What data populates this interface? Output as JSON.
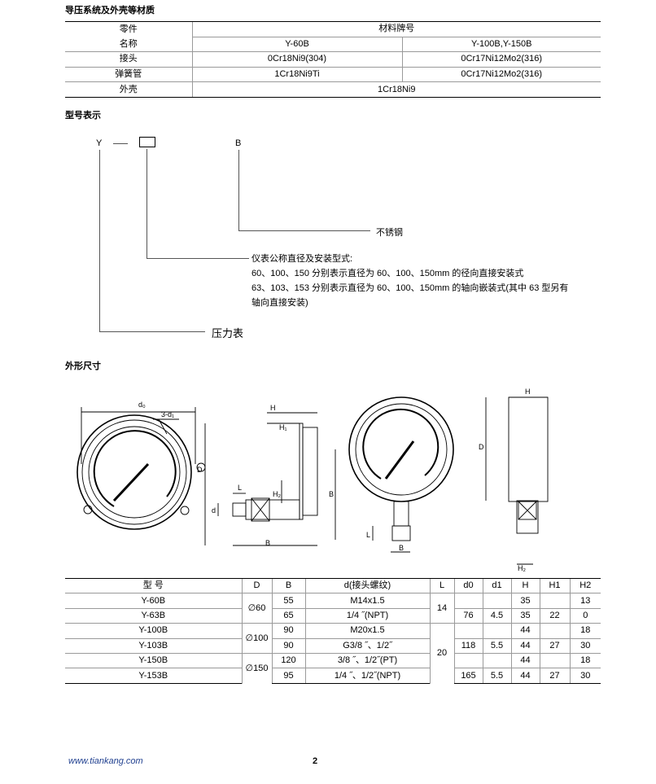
{
  "sections": {
    "materials_title": "导压系统及外壳等材质",
    "model_title": "型号表示",
    "dimension_title": "外形尺寸"
  },
  "materials_table": {
    "row1": [
      "零件",
      "材料牌号"
    ],
    "row2": [
      "名称",
      "Y-60B",
      "Y-100B,Y-150B"
    ],
    "row3": [
      "接头",
      "0Cr18Ni9(304)",
      "0Cr17Ni12Mo2(316)"
    ],
    "row4": [
      "弹簧管",
      "1Cr18Ni9Ti",
      "0Cr17Ni12Mo2(316)"
    ],
    "row5": [
      "外壳",
      "1Cr18Ni9"
    ]
  },
  "model_code": {
    "y": "Y",
    "dash": "—",
    "b": "B",
    "desc_b": "不锈钢",
    "desc_box_1": "仪表公称直径及安装型式:",
    "desc_box_2": "60、100、150 分别表示直径为 60、100、150mm 的径向直接安装式",
    "desc_box_3": "63、103、153 分别表示直径为 60、100、150mm 的轴向嵌装式(其中 63 型另有",
    "desc_box_4": "轴向直接安装)",
    "desc_y": "压力表"
  },
  "drawing_labels": {
    "d0": "d₀",
    "three_d1": "3-d₁",
    "D": "D",
    "H": "H",
    "H1": "H₁",
    "H2": "H₂",
    "L": "L",
    "d": "d",
    "B": "B"
  },
  "dimension_table": {
    "headers": [
      "型 号",
      "D",
      "B",
      "d(接头螺纹)",
      "L",
      "d0",
      "d1",
      "H",
      "H1",
      "H2"
    ],
    "rows": [
      {
        "model": "Y-60B",
        "B": "55",
        "d": "M14x1.5",
        "H": "35",
        "H2": "13"
      },
      {
        "model": "Y-63B",
        "B": "65",
        "d": "1/4 ˝(NPT)",
        "d0": "76",
        "d1": "4.5",
        "H": "35",
        "H1": "22",
        "H2": "0"
      },
      {
        "model": "Y-100B",
        "B": "90",
        "d": "M20x1.5",
        "H": "44",
        "H2": "18"
      },
      {
        "model": "Y-103B",
        "B": "90",
        "d": "G3/8 ˝、1/2˝",
        "d0": "118",
        "d1": "5.5",
        "H": "44",
        "H1": "27",
        "H2": "30"
      },
      {
        "model": "Y-150B",
        "B": "120",
        "d": "3/8 ˝、1/2˝(PT)",
        "H": "44",
        "H2": "18"
      },
      {
        "model": "Y-153B",
        "B": "95",
        "d": "1/4 ˝、1/2˝(NPT)",
        "d0": "165",
        "d1": "5.5",
        "H": "44",
        "H1": "27",
        "H2": "30"
      }
    ],
    "D_groups": [
      "∅60",
      "∅100",
      "∅150"
    ],
    "L_groups": [
      "14",
      "20"
    ]
  },
  "footer": {
    "url": "www.tiankang.com",
    "page": "2"
  }
}
